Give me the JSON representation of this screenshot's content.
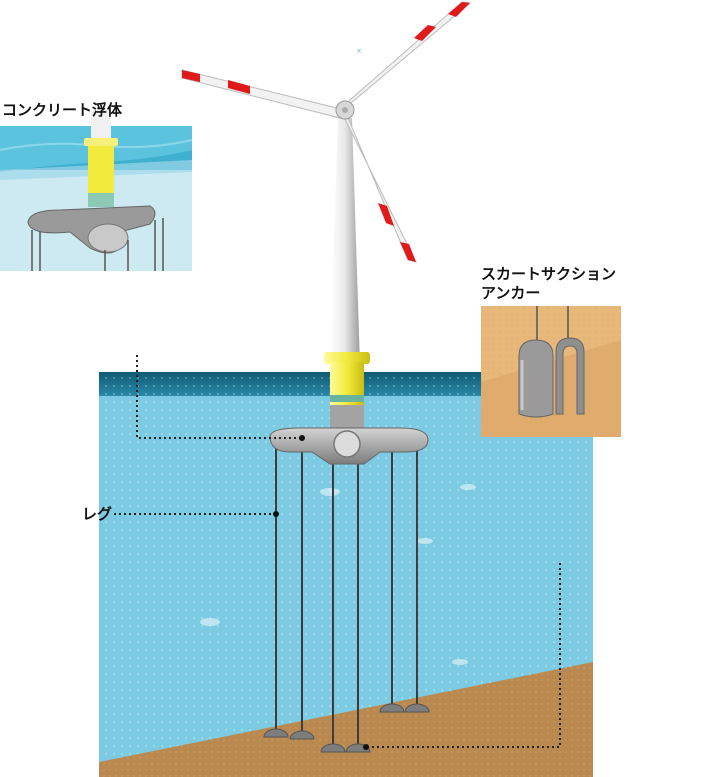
{
  "labels": {
    "concrete_float": "コンクリート浮体",
    "skirt_anchor_line1": "スカートサクション",
    "skirt_anchor_line2": "アンカー",
    "leg": "レグ"
  },
  "colors": {
    "sea_surface": "#1a6b87",
    "sea_water": "#7ccbe3",
    "seabed": "#b9894f",
    "float_body": "#a8a8a8",
    "tower": "#e6e6e6",
    "collar": "#f2ea3c",
    "blade_tip": "#e01a1a",
    "inset_water": "#cde9f2",
    "inset_soil": "#e8b77a"
  },
  "icons": {
    "turbine": "wind-turbine-icon",
    "anchor": "suction-anchor-icon"
  }
}
